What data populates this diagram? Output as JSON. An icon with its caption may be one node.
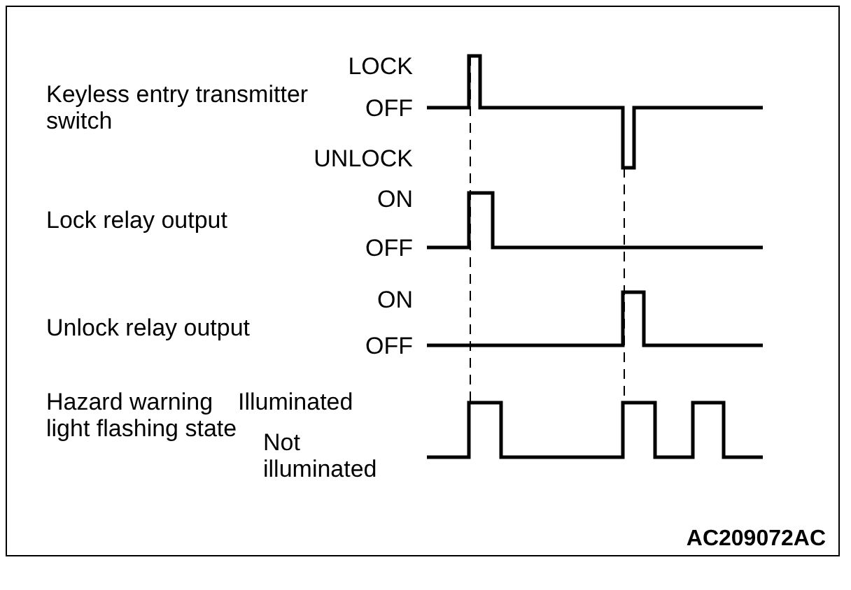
{
  "diagram": {
    "labels": [
      "Keyless entry transmitter switch",
      "LOCK",
      "OFF",
      "UNLOCK",
      "Lock relay output",
      "ON",
      "OFF",
      "Unlock relay output",
      "ON",
      "OFF",
      "Hazard warning light flashing state",
      "Illuminated",
      "Not illuminated",
      "AC209072AC"
    ]
  }
}
